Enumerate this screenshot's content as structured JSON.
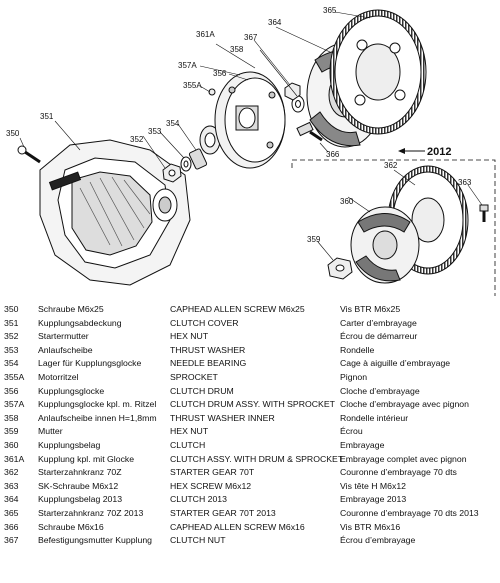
{
  "diagram": {
    "year_badge": "2012",
    "callouts": [
      "350",
      "351",
      "352",
      "353",
      "354",
      "355A",
      "356",
      "357A",
      "358",
      "361A",
      "364",
      "365",
      "366",
      "367",
      "359",
      "360",
      "362",
      "363"
    ]
  },
  "parts": [
    {
      "no": "350",
      "de": "Schraube M6x25",
      "en": "CAPHEAD ALLEN SCREW M6x25",
      "fr": "Vis BTR M6x25"
    },
    {
      "no": "351",
      "de": "Kupplungsabdeckung",
      "en": "CLUTCH COVER",
      "fr": "Carter d’embrayage"
    },
    {
      "no": "352",
      "de": "Startermutter",
      "en": "HEX NUT",
      "fr": "Écrou de démarreur"
    },
    {
      "no": "353",
      "de": "Anlaufscheibe",
      "en": "THRUST WASHER",
      "fr": "Rondelle"
    },
    {
      "no": "354",
      "de": "Lager für Kupplungsglocke",
      "en": "NEEDLE BEARING",
      "fr": "Cage à aiguille d’embrayage"
    },
    {
      "no": "355A",
      "de": "Motorritzel",
      "en": "SPROCKET",
      "fr": "Pignon"
    },
    {
      "no": "356",
      "de": "Kupplungsglocke",
      "en": "CLUTCH DRUM",
      "fr": "Cloche d’embrayage"
    },
    {
      "no": "357A",
      "de": "Kupplungsglocke kpl. m. Ritzel",
      "en": "CLUTCH DRUM ASSY. WITH SPROCKET",
      "fr": "Cloche d’embrayage avec pignon"
    },
    {
      "no": "358",
      "de": "Anlaufscheibe innen H=1,8mm",
      "en": "THRUST WASHER INNER",
      "fr": "Rondelle intérieur"
    },
    {
      "no": "359",
      "de": "Mutter",
      "en": "HEX NUT",
      "fr": "Écrou"
    },
    {
      "no": "360",
      "de": "Kupplungsbelag",
      "en": "CLUTCH",
      "fr": "Embrayage"
    },
    {
      "no": "361A",
      "de": "Kupplung kpl. mit Glocke",
      "en": "CLUTCH ASSY. WITH DRUM & SPROCKET",
      "fr": "Embrayage complet avec pignon"
    },
    {
      "no": "362",
      "de": "Starterzahnkranz 70Z",
      "en": "STARTER GEAR 70T",
      "fr": "Couronne d’embrayage 70 dts"
    },
    {
      "no": "363",
      "de": "SK-Schraube M6x12",
      "en": "HEX SCREW M6x12",
      "fr": "Vis tête H M6x12"
    },
    {
      "no": "364",
      "de": "Kupplungsbelag 2013",
      "en": "CLUTCH 2013",
      "fr": "Embrayage 2013"
    },
    {
      "no": "365",
      "de": "Starterzahnkranz 70Z 2013",
      "en": "STARTER GEAR 70T 2013",
      "fr": "Couronne d’embrayage 70 dts 2013"
    },
    {
      "no": "366",
      "de": "Schraube M6x16",
      "en": "CAPHEAD ALLEN SCREW M6x16",
      "fr": "Vis BTR M6x16"
    },
    {
      "no": "367",
      "de": "Befestigungsmutter Kupplung",
      "en": "CLUTCH NUT",
      "fr": "Écrou d’embrayage"
    }
  ]
}
